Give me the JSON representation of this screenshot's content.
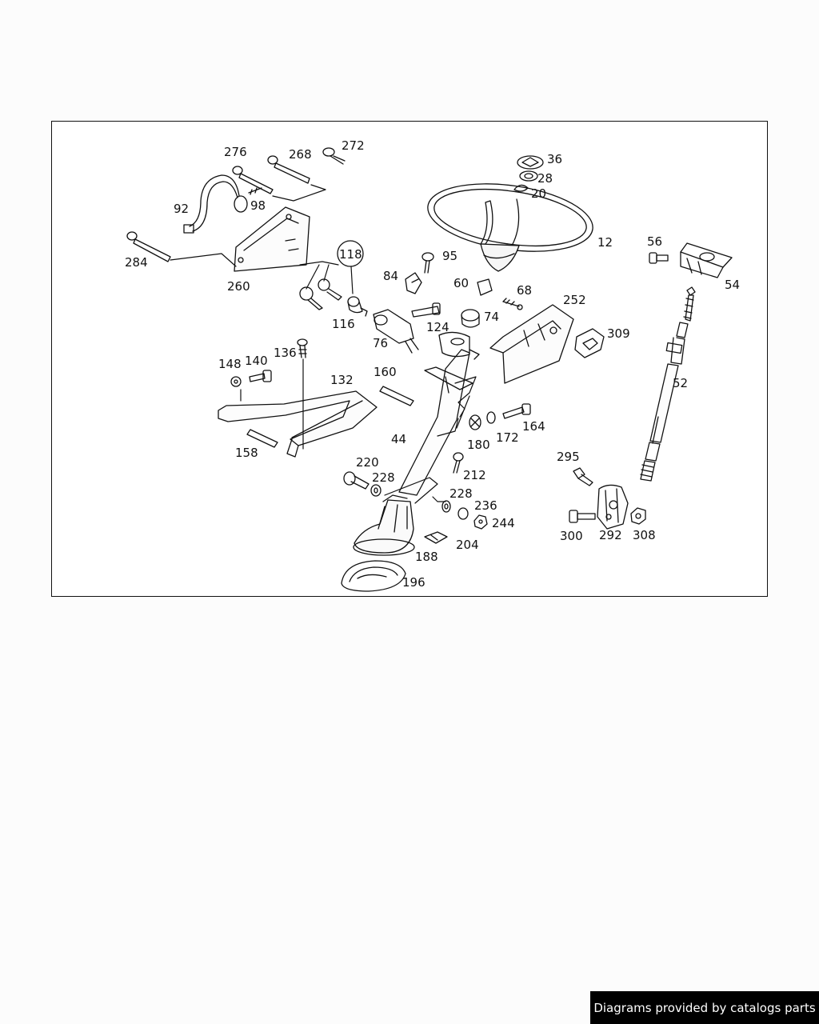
{
  "diagram": {
    "labels": {
      "p12": "12",
      "p20": "20",
      "p28": "28",
      "p36": "36",
      "p44": "44",
      "p52": "52",
      "p54": "54",
      "p56": "56",
      "p60": "60",
      "p68": "68",
      "p74": "74",
      "p76": "76",
      "p84": "84",
      "p92": "92",
      "p95": "95",
      "p98": "98",
      "p116": "116",
      "p118": "118",
      "p124": "124",
      "p132": "132",
      "p136": "136",
      "p140": "140",
      "p148": "148",
      "p158": "158",
      "p160": "160",
      "p164": "164",
      "p172": "172",
      "p180": "180",
      "p188": "188",
      "p196": "196",
      "p204": "204",
      "p212": "212",
      "p220": "220",
      "p228a": "228",
      "p228b": "228",
      "p236": "236",
      "p244": "244",
      "p252": "252",
      "p260": "260",
      "p268": "268",
      "p272": "272",
      "p276": "276",
      "p284": "284",
      "p292": "292",
      "p295": "295",
      "p300": "300",
      "p308": "308",
      "p309": "309"
    }
  },
  "footer": {
    "text": "Diagrams provided by catalogs parts"
  }
}
